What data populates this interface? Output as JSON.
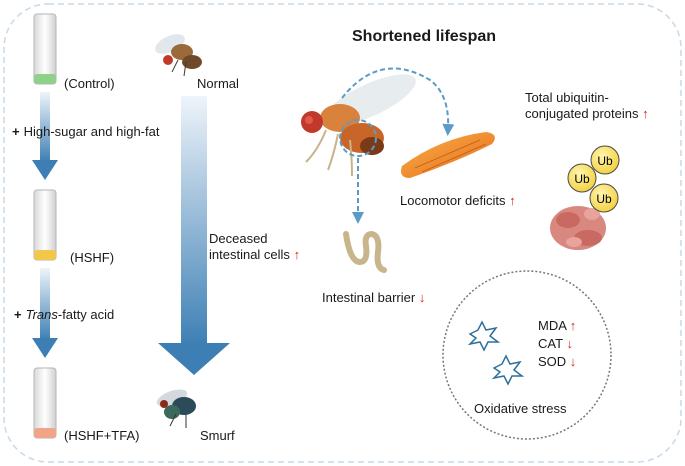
{
  "title": "Shortened lifespan",
  "tubes": {
    "control": "(Control)",
    "hshf": "(HSHF)",
    "hshf_tfa": "(HSHF+TFA)"
  },
  "treatments": {
    "plus": "+",
    "step1": "High-sugar and high-fat",
    "step2_italic": "Trans",
    "step2_rest": "-fatty acid"
  },
  "flies": {
    "normal": "Normal",
    "smurf": "Smurf"
  },
  "phenotypes": {
    "deceased_line1": "Deceased",
    "deceased_line2": "intestinal cells",
    "intestinal_barrier": "Intestinal barrier",
    "locomotor": "Locomotor deficits",
    "ubiquitin_line1": "Total ubiquitin-",
    "ubiquitin_line2": "conjugated proteins",
    "ub": "Ub"
  },
  "oxidative": {
    "mda": "MDA",
    "cat": "CAT",
    "sod": "SOD",
    "label": "Oxidative stress"
  },
  "arrows": {
    "up": "↑",
    "down": "↓"
  },
  "colors": {
    "control_food": "#8fd18b",
    "hshf_food": "#f2c84b",
    "tfa_food": "#f0a488",
    "arrow_blue": "#3d7fb4",
    "dashed_blue": "#5a9bc7",
    "red_arrow": "#d9261c"
  }
}
